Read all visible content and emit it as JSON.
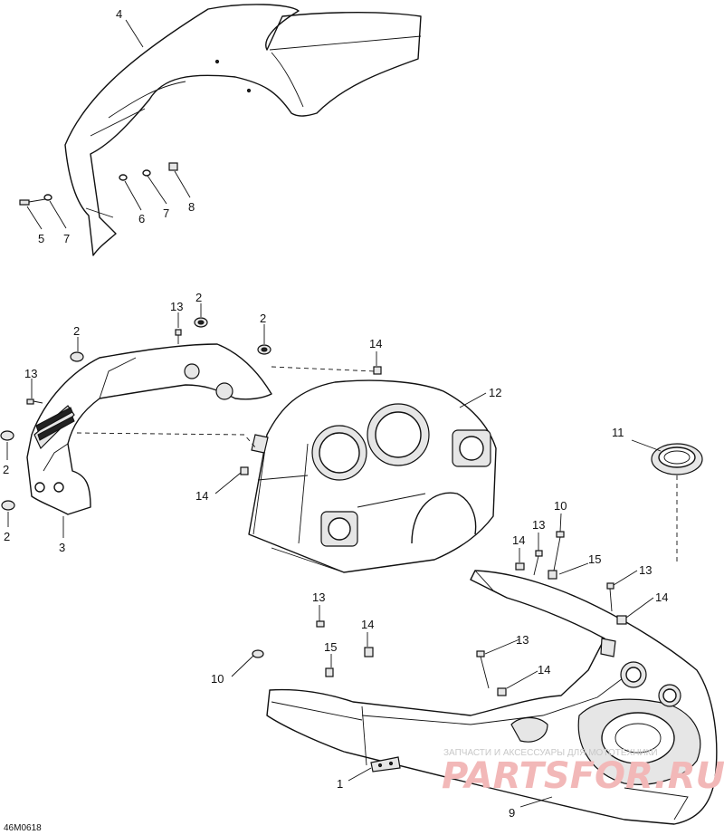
{
  "diagram": {
    "callouts": [
      "4",
      "5",
      "7",
      "6",
      "7",
      "8",
      "13",
      "2",
      "2",
      "2",
      "13",
      "2",
      "2",
      "3",
      "14",
      "14",
      "12",
      "11",
      "10",
      "13",
      "14",
      "15",
      "13",
      "14",
      "13",
      "14",
      "15",
      "10",
      "13",
      "14",
      "1",
      "9"
    ],
    "drawing_code": "46M0618",
    "watermark_text": "ЗАПЧАСТИ И АКСЕССУАРЫ ДЛЯ МОТОТЕХНИКИ",
    "watermark_brand": "PARTSFOR.RU"
  }
}
